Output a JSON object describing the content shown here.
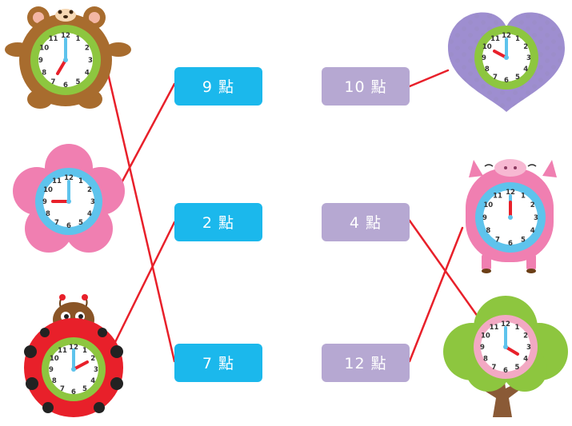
{
  "labels": {
    "left": [
      "9 點",
      "2 點",
      "7 點"
    ],
    "right": [
      "10 點",
      "4 點",
      "12 點"
    ]
  },
  "clock_numbers": [
    "12",
    "1",
    "2",
    "3",
    "4",
    "5",
    "6",
    "7",
    "8",
    "9",
    "10",
    "11"
  ],
  "clocks": [
    {
      "character": "bear",
      "time": "7 o'clock"
    },
    {
      "character": "flower",
      "time": "9 o'clock"
    },
    {
      "character": "ladybug",
      "time": "2 o'clock"
    },
    {
      "character": "heart",
      "time": "10 o'clock"
    },
    {
      "character": "pig",
      "time": "12 o'clock"
    },
    {
      "character": "tree",
      "time": "4 o'clock"
    }
  ],
  "colors": {
    "blue_label": "#1bb8ec",
    "purple_label": "#b6a8d2",
    "match_line": "#e8202a",
    "hour_hand": "#e8202a",
    "minute_hand": "#5ec3ec"
  }
}
